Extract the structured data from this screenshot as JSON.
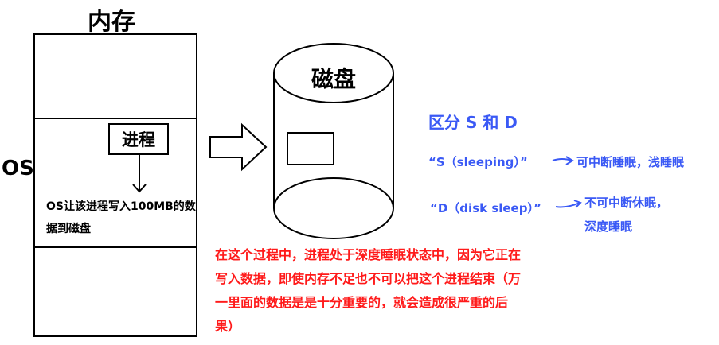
{
  "memory": {
    "title": "内存",
    "os_label": "OS",
    "process_label": "进程",
    "write_note": "OS让该进程写入100MB的数据到磁盘"
  },
  "disk": {
    "title": "磁盘"
  },
  "states": {
    "heading": "区分 S 和 D",
    "s_state": "“S（sleeping）”",
    "s_desc": "可中断睡眠，浅睡眠",
    "d_state": "“D（disk sleep）”",
    "d_desc_line1": "不可中断休眠，",
    "d_desc_line2": "深度睡眠"
  },
  "explanation": "在这个过程中，进程处于深度睡眠状态中，因为它正在写入数据，即使内存不足也不可以把这个进程结束（万一里面的数据是是十分重要的，就会造成很严重的后果）",
  "colors": {
    "blue": "#3a59f5",
    "red": "#ff1a1a",
    "black": "#000000"
  }
}
